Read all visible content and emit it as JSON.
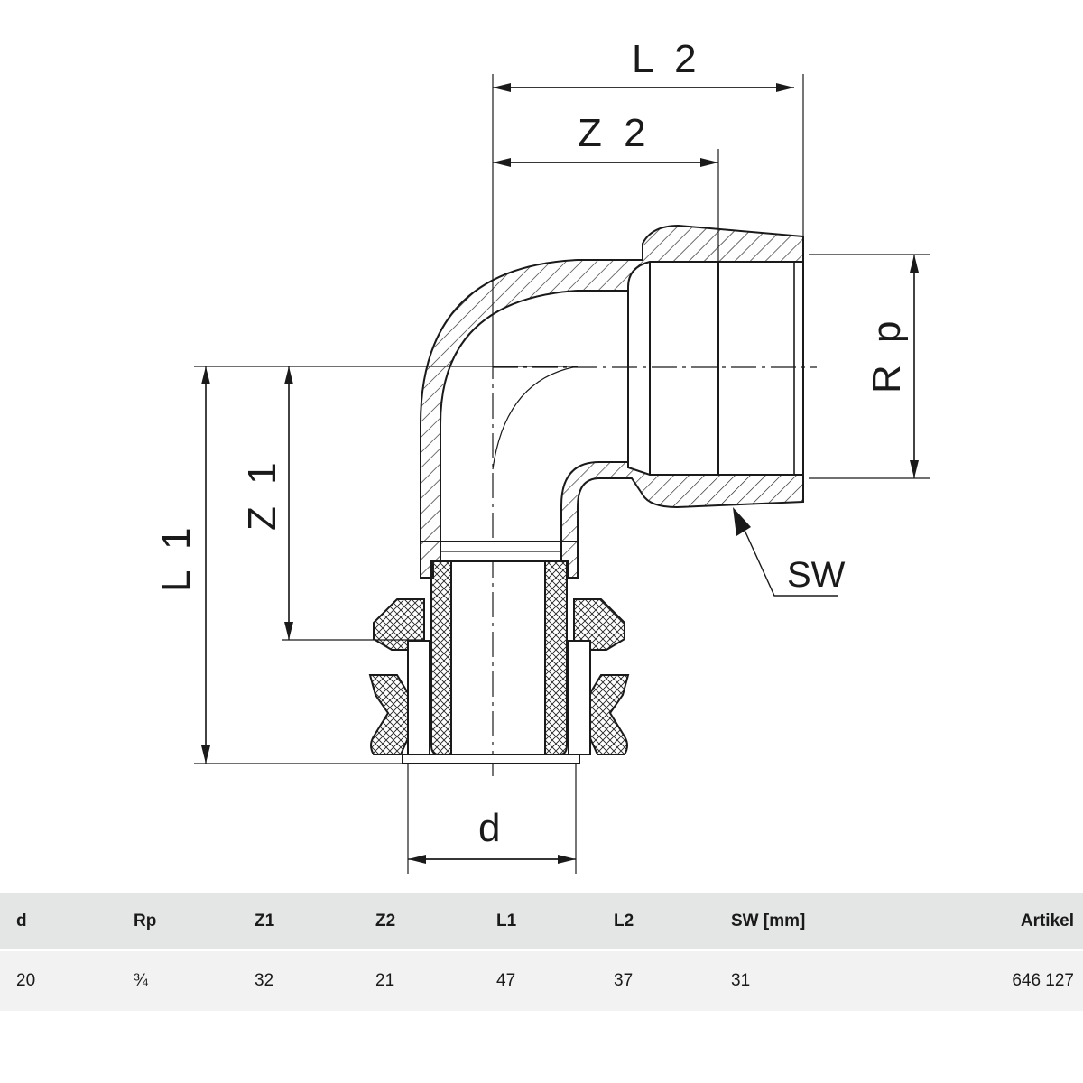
{
  "labels": {
    "L2": "L 2",
    "Z2": "Z 2",
    "Rp": "R p",
    "Z1": "Z 1",
    "L1": "L 1",
    "SW": "SW",
    "d": "d"
  },
  "table": {
    "headers": [
      "d",
      "Rp",
      "Z1",
      "Z2",
      "L1",
      "L2",
      "SW [mm]",
      "Artikel"
    ],
    "rows": [
      [
        "20",
        "¾",
        "32",
        "21",
        "47",
        "37",
        "31",
        "646 127"
      ]
    ]
  }
}
